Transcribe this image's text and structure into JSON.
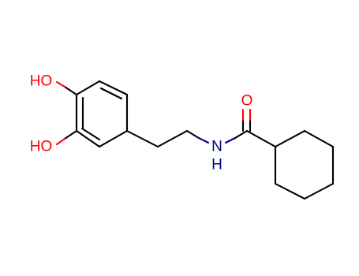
{
  "molecule": {
    "labels": {
      "hydroxyl_top": "HO",
      "hydroxyl_bottom": "HO",
      "amide_nitrogen": "N",
      "amide_hydrogen": "H",
      "carbonyl_oxygen": "O"
    },
    "colors": {
      "carbon_bond": "#000000",
      "oxygen": "#ff0000",
      "nitrogen": "#000080",
      "background": "#ffffff"
    }
  }
}
